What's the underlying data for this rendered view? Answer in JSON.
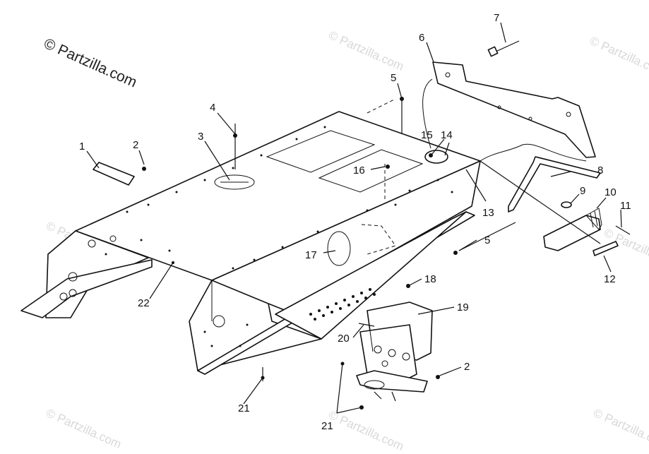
{
  "copyright": "© Partzilla.com",
  "watermark": "© Partzilla.com",
  "callouts": [
    "1",
    "2",
    "3",
    "4",
    "5",
    "6",
    "7",
    "8",
    "9",
    "10",
    "11",
    "12",
    "13",
    "14",
    "15",
    "16",
    "17",
    "18",
    "19",
    "20",
    "21",
    "22"
  ]
}
